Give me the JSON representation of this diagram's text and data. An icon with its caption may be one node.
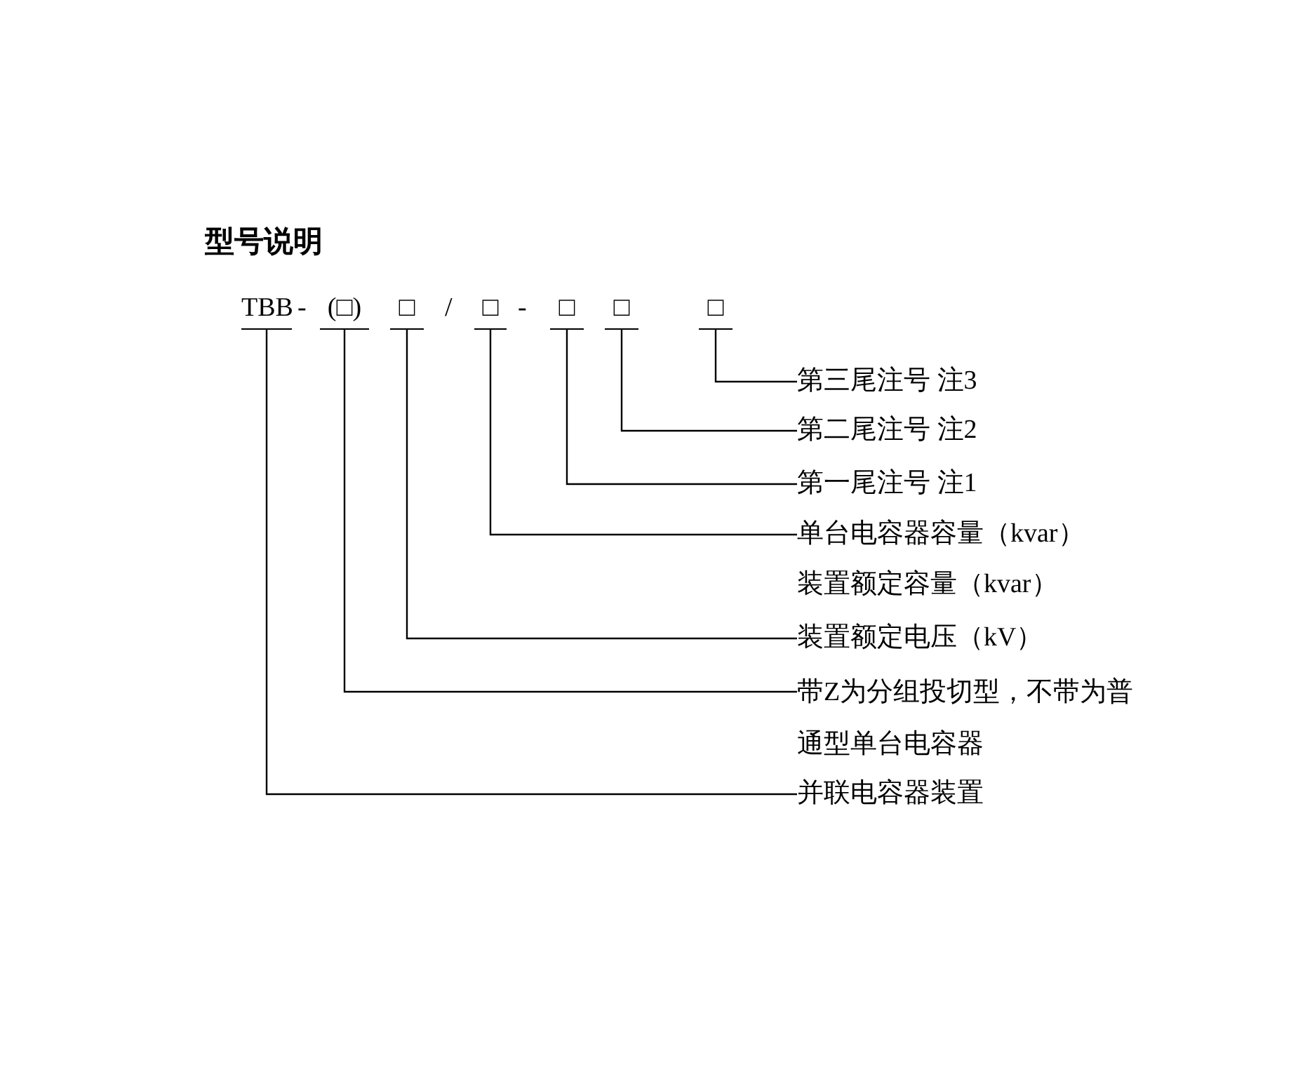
{
  "diagram": {
    "title": "型号说明",
    "nodes": [
      {
        "text": [
          "TBB"
        ]
      },
      {
        "text": [
          "(□)"
        ]
      },
      {
        "text": [
          "□"
        ]
      },
      {
        "text": [
          "□"
        ]
      },
      {
        "text": [
          "□"
        ]
      },
      {
        "text": [
          "□"
        ]
      },
      {
        "text": [
          "□"
        ]
      },
      {
        "text": [
          "第三尾注号 注3"
        ]
      },
      {
        "text": [
          "第二尾注号 注2"
        ]
      },
      {
        "text": [
          "第一尾注号 注1"
        ]
      },
      {
        "text": [
          "单台电容器容量（kvar）"
        ]
      },
      {
        "text": [
          "装置额定电压（kV）"
        ]
      },
      {
        "text": [
          "带Z为分组投切型，不带为普通型单台电容器"
        ]
      },
      {
        "text": [
          "并联电容器装置"
        ]
      }
    ],
    "edges": [
      {
        "from": 6,
        "to": 7,
        "arrow": "none"
      },
      {
        "from": 5,
        "to": 8,
        "arrow": "none"
      },
      {
        "from": 4,
        "to": 9,
        "arrow": "none"
      },
      {
        "from": 3,
        "to": 10,
        "arrow": "none"
      },
      {
        "from": 2,
        "to": 11,
        "arrow": "none"
      },
      {
        "from": 1,
        "to": 12,
        "arrow": "none"
      },
      {
        "from": 0,
        "to": 13,
        "arrow": "none"
      }
    ],
    "labels": [
      "-",
      "/",
      "-",
      "装置额定容量（kvar）"
    ]
  }
}
